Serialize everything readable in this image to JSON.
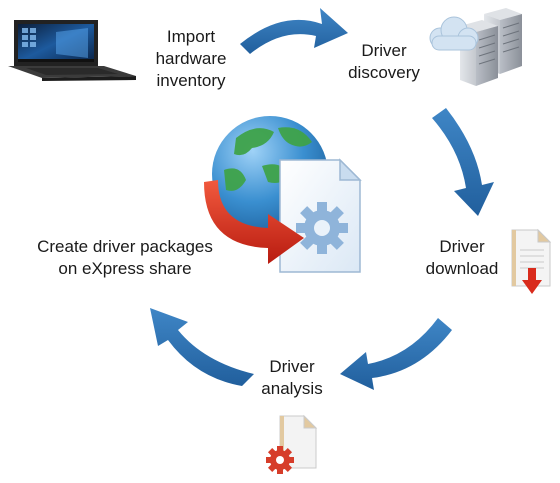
{
  "diagram": {
    "steps": {
      "import": "Import\nhardware\ninventory",
      "discovery": "Driver\ndiscovery",
      "download": "Driver\ndownload",
      "analysis": "Driver\nanalysis",
      "create": "Create driver packages\non eXpress share"
    },
    "icons": {
      "laptop": "laptop-icon",
      "servers": "server-cloud-icon",
      "download": "document-download-icon",
      "analysis": "document-gear-icon",
      "center": "globe-document-gear-icon"
    },
    "colors": {
      "arrow": "#2e75b6",
      "arrow_dark": "#1f5a94",
      "red_arrow": "#d92b1c",
      "globe": "#3a8fd0"
    }
  }
}
